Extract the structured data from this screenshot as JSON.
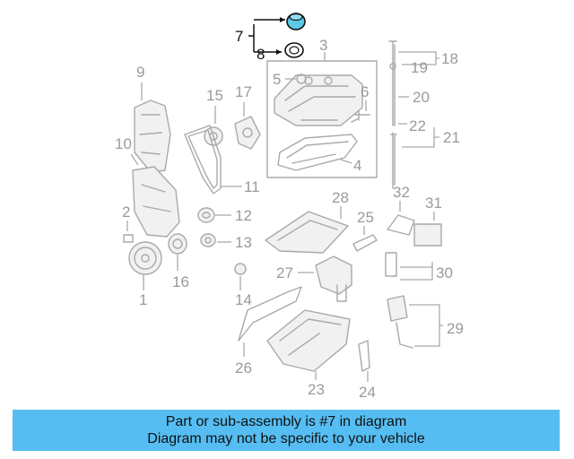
{
  "caption": {
    "line1": "Part or sub-assembly is #7 in diagram",
    "line2": "Diagram may not be specific to your vehicle"
  },
  "callouts": {
    "c1": "1",
    "c2": "2",
    "c3": "3",
    "c4": "4",
    "c5": "5",
    "c6": "6",
    "c7": "7",
    "c8": "8",
    "c9": "9",
    "c10": "10",
    "c11": "11",
    "c12": "12",
    "c13": "13",
    "c14": "14",
    "c15": "15",
    "c16": "16",
    "c17": "17",
    "c18": "18",
    "c19": "19",
    "c20": "20",
    "c21": "21",
    "c22": "22",
    "c23": "23",
    "c24": "24",
    "c25": "25",
    "c26": "26",
    "c27": "27",
    "c28": "28",
    "c29": "29",
    "c30": "30",
    "c31": "31",
    "c32": "32"
  },
  "highlight": {
    "part": "7",
    "color": "#5bc8e8"
  },
  "colors": {
    "caption_bg": "#55bdf1",
    "line": "#a9a9a9",
    "highlight_text": "#111111"
  }
}
